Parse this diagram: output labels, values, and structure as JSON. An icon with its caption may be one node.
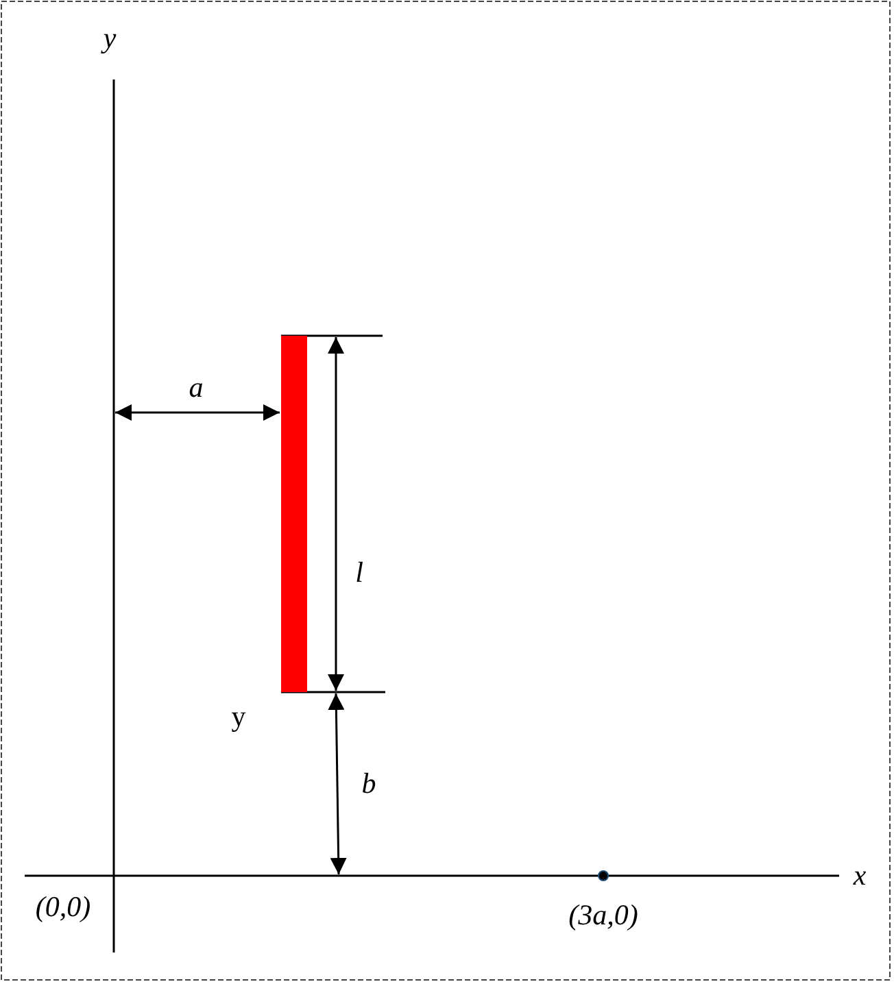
{
  "diagram": {
    "nodes": [
      {
        "text": [],
        "shape": "bar"
      },
      {
        "text": [],
        "shape": "circle",
        "beside": [
          "(3a,0)"
        ]
      }
    ],
    "labels": [
      "y",
      "a",
      "l",
      "y",
      "b",
      "x",
      "(0,0)"
    ]
  }
}
